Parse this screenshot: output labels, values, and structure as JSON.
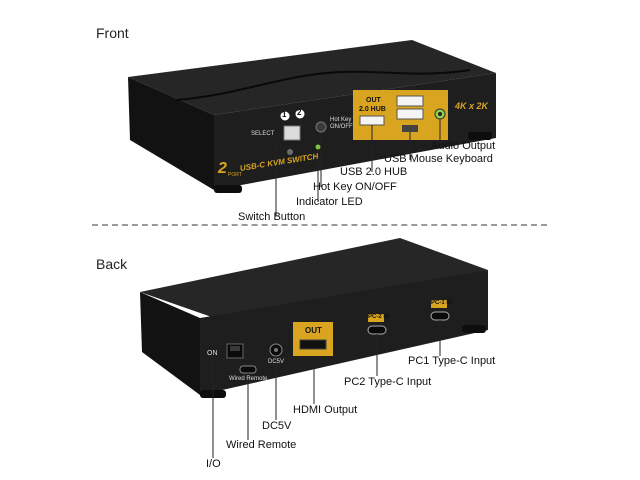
{
  "front": {
    "title": "Front",
    "labels": {
      "brand_prefix": "2",
      "brand_port": "PORT",
      "brand_name": "USB-C KVM SWITCH",
      "port1": "1",
      "port2": "2",
      "select": "SELECT",
      "hotkey": "Hot Key",
      "hotkey2": "ON/OFF",
      "out": "OUT",
      "hub": "2.0 HUB",
      "resolution": "4K x 2K"
    },
    "callouts": {
      "audio_output": "Audio Output",
      "usb_mouse_keyboard": "USB Mouse Keyboard",
      "usb_hub": "USB 2.0 HUB",
      "hot_key": "Hot Key ON/OFF",
      "indicator_led": "Indicator LED",
      "switch_button": "Switch Button"
    }
  },
  "back": {
    "title": "Back",
    "labels": {
      "on": "ON",
      "wired_remote": "Wired Remote",
      "dc5v": "DC5V",
      "out": "OUT",
      "pc2_in": "PC-2 IN",
      "pc1_in": "PC-1 IN"
    },
    "callouts": {
      "pc1_input": "PC1 Type-C Input",
      "pc2_input": "PC2 Type-C Input",
      "hdmi_output": "HDMI Output",
      "dc5v": "DC5V",
      "wired_remote": "Wired Remote",
      "io": "I/O"
    }
  },
  "colors": {
    "body_dark": "#1c1c1c",
    "gold": "#d9a520",
    "led_green": "#7dc242"
  }
}
